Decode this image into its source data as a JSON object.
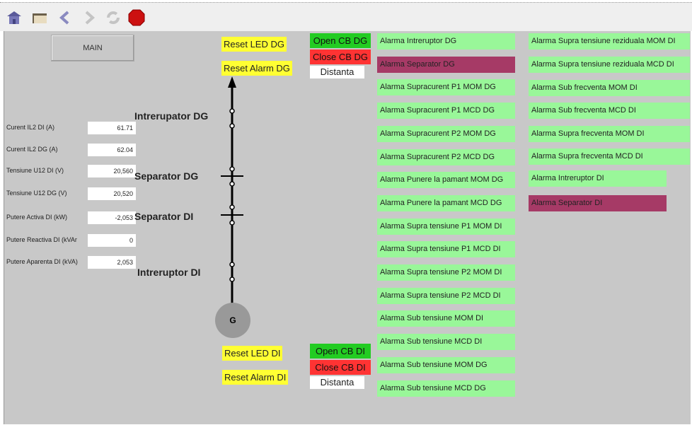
{
  "toolbar": {
    "icons": [
      "home-icon",
      "folder-icon",
      "back-icon",
      "forward-icon",
      "refresh-icon",
      "stop-icon"
    ]
  },
  "main_button": "MAIN",
  "measurements": [
    {
      "label": "Curent IL2 DI (A)",
      "value": "61.71"
    },
    {
      "label": "Curent IL2 DG (A)",
      "value": "62.04"
    },
    {
      "label": "Tensiune U12 DI (V)",
      "value": "20,560"
    },
    {
      "label": "Tensiune U12 DG (V)",
      "value": "20,520"
    },
    {
      "label": "Putere Activa DI (kW)",
      "value": "-2,053"
    },
    {
      "label": "Putere Reactiva DI (kVAr",
      "value": "0"
    },
    {
      "label": "Putere Aparenta DI (kVA)",
      "value": "2,053"
    }
  ],
  "diagram": {
    "intrerupator_dg": "Intrerupator DG",
    "separator_dg": "Separator DG",
    "separator_di": "Separator DI",
    "intreruptor_di": "Intreruptor DI",
    "generator": "G"
  },
  "dg_controls": {
    "reset_led": "Reset LED DG",
    "reset_alarm": "Reset Alarm DG",
    "open_cb": "Open CB DG",
    "close_cb": "Close CB DG",
    "mode": "Distanta"
  },
  "di_controls": {
    "reset_led": "Reset LED DI",
    "reset_alarm": "Reset Alarm DI",
    "open_cb": "Open CB DI",
    "close_cb": "Close CB DI",
    "mode": "Distanta"
  },
  "alarms_col1": [
    {
      "label": "Alarma Intreruptor DG",
      "active": false
    },
    {
      "label": "Alarma Separator DG",
      "active": true
    },
    {
      "label": "Alarma Supracurent P1 MOM DG",
      "active": false
    },
    {
      "label": "Alarma Supracurent P1 MCD DG",
      "active": false
    },
    {
      "label": "Alarma Supracurent P2 MOM DG",
      "active": false
    },
    {
      "label": "Alarma Supracurent P2 MCD DG",
      "active": false
    },
    {
      "label": "Alarma Punere la pamant MOM DG",
      "active": false
    },
    {
      "label": "Alarma Punere la pamant MCD DG",
      "active": false
    },
    {
      "label": "Alarma Supra tensiune P1 MOM DI",
      "active": false
    },
    {
      "label": "Alarma Supra tensiune P1 MCD DI",
      "active": false
    },
    {
      "label": "Alarma Supra tensiune P2 MOM DI",
      "active": false
    },
    {
      "label": "Alarma Supra tensiune P2 MCD DI",
      "active": false
    },
    {
      "label": "Alarma Sub tensiune MOM DI",
      "active": false
    },
    {
      "label": "Alarma Sub tensiune MCD DI",
      "active": false
    },
    {
      "label": "Alarma Sub tensiune MOM DG",
      "active": false
    },
    {
      "label": "Alarma Sub tensiune MCD DG",
      "active": false
    }
  ],
  "alarms_col2": [
    {
      "label": "Alarma Supra tensiune reziduala MOM DI",
      "active": false
    },
    {
      "label": "Alarma Supra tensiune reziduala MCD DI",
      "active": false
    },
    {
      "label": "Alarma Sub frecventa MOM DI",
      "active": false
    },
    {
      "label": "Alarma Sub frecventa MCD DI",
      "active": false
    },
    {
      "label": "Alarma Supra frecventa MOM DI",
      "active": false
    },
    {
      "label": "Alarma Supra frecventa MCD DI",
      "active": false
    },
    {
      "label": "Alarma Intreruptor DI",
      "active": false
    },
    {
      "label": "Alarma Separator DI",
      "active": true
    }
  ],
  "colors": {
    "alarm_ok": "#99f799",
    "alarm_active": "#a63a66",
    "open": "#22cc22",
    "close": "#ff3333",
    "reset": "#ffff33"
  }
}
